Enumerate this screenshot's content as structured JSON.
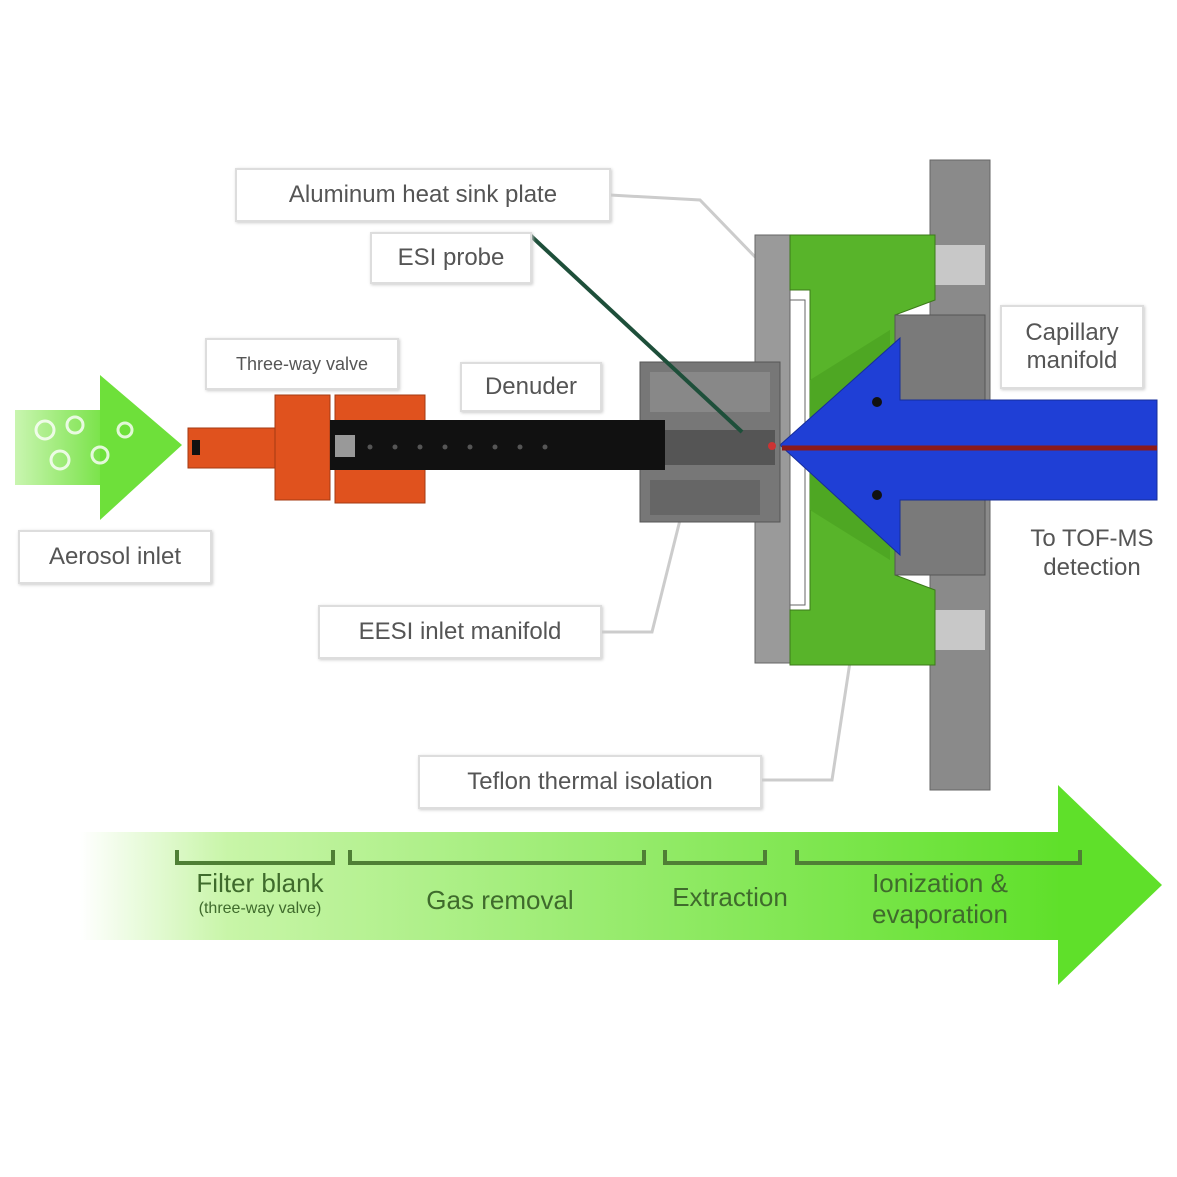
{
  "labels": {
    "aluminum_plate": "Aluminum heat sink plate",
    "esi_probe": "ESI probe",
    "three_way_valve": "Three-way valve",
    "denuder": "Denuder",
    "aerosol_inlet": "Aerosol inlet",
    "eesi_manifold": "EESI inlet manifold",
    "capillary_manifold": "Capillary manifold",
    "tof_ms": "To TOF-MS detection",
    "teflon": "Teflon thermal isolation"
  },
  "stages": {
    "filter_blank": "Filter blank",
    "filter_blank_sub": "(three-way valve)",
    "gas_removal": "Gas removal",
    "extraction": "Extraction",
    "ionization": "Ionization & evaporation"
  },
  "colors": {
    "green": "#5ec72a",
    "blue": "#1f3fd6",
    "orange": "#e0521e",
    "gray": "#888888",
    "red": "#8b1a1a"
  }
}
